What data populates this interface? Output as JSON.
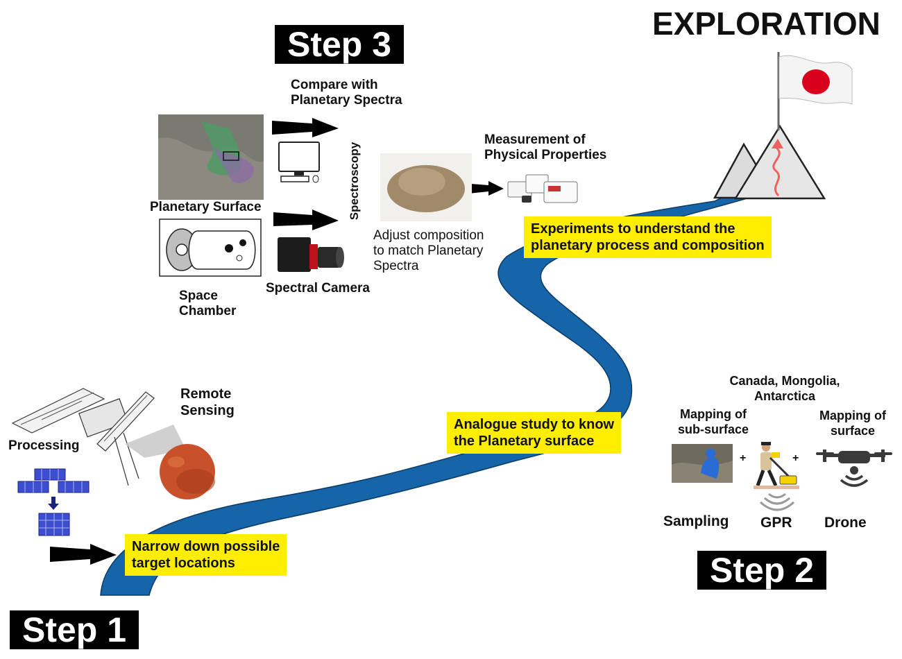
{
  "title": "EXPLORATION",
  "steps": {
    "step1": "Step 1",
    "step2": "Step 2",
    "step3": "Step 3"
  },
  "callouts": {
    "step1": "Narrow down possible\ntarget locations",
    "step2": "Analogue study to know\nthe Planetary surface",
    "step3": "Experiments to understand the\nplanetary process and composition"
  },
  "step1_labels": {
    "remote_sensing": "Remote\nSensing",
    "processing": "Processing"
  },
  "step2_labels": {
    "regions": "Canada, Mongolia,\nAntarctica",
    "subsurface": "Mapping of\nsub-surface",
    "surface": "Mapping of\nsurface",
    "sampling": "Sampling",
    "gpr": "GPR",
    "drone": "Drone",
    "plus": "+"
  },
  "step3_labels": {
    "compare": "Compare with\nPlanetary Spectra",
    "planetary_surface": "Planetary Surface",
    "spectroscopy": "Spectroscopy",
    "space_chamber": "Space\nChamber",
    "spectral_camera": "Spectral Camera",
    "adjust": "Adjust composition\nto match Planetary\nSpectra",
    "measurement": "Measurement of\nPhysical Properties"
  },
  "colors": {
    "river": "#1565a8",
    "callout": "#ffee00",
    "flag_red": "#d9001b",
    "mars": "#c8502a"
  }
}
